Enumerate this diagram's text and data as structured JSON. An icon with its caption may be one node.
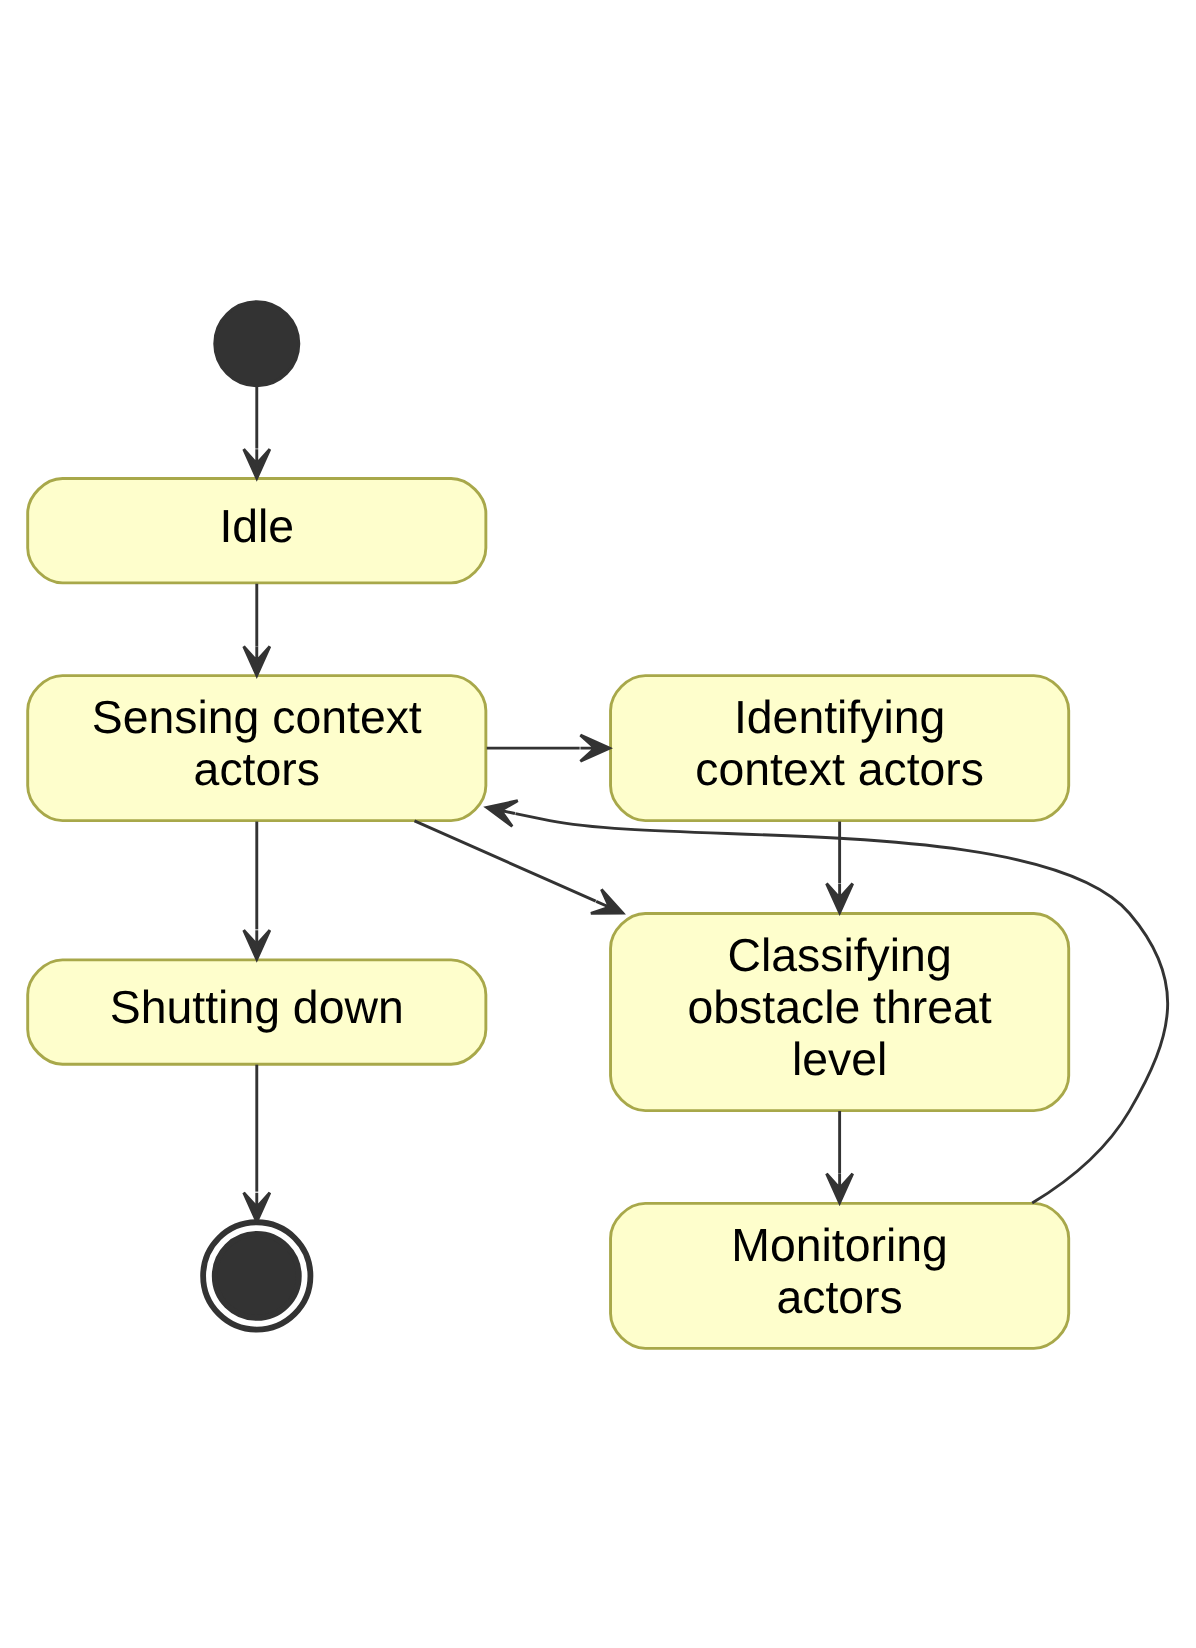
{
  "diagram": {
    "nodes": [
      {
        "text": [],
        "shape": "circle"
      },
      {
        "text": [
          "Idle"
        ]
      },
      {
        "text": [
          "Sensing context actors"
        ]
      },
      {
        "text": [
          "Identifying context actors"
        ]
      },
      {
        "text": [
          "Classifying obstacle threat level"
        ]
      },
      {
        "text": [
          "Monitoring actors"
        ]
      },
      {
        "text": [
          "Shutting down"
        ]
      },
      {
        "text": [],
        "shape": "circle"
      }
    ],
    "edges": [
      {
        "from": 0,
        "to": 1,
        "arrow": "to"
      },
      {
        "from": 1,
        "to": 2,
        "arrow": "to"
      },
      {
        "from": 2,
        "to": 3,
        "arrow": "to"
      },
      {
        "from": 3,
        "to": 4,
        "arrow": "to"
      },
      {
        "from": 2,
        "to": 4,
        "arrow": "to"
      },
      {
        "from": 4,
        "to": 5,
        "arrow": "to"
      },
      {
        "from": 5,
        "to": 2,
        "arrow": "to"
      },
      {
        "from": 2,
        "to": 6,
        "arrow": "to"
      },
      {
        "from": 6,
        "to": 7,
        "arrow": "to"
      }
    ]
  }
}
